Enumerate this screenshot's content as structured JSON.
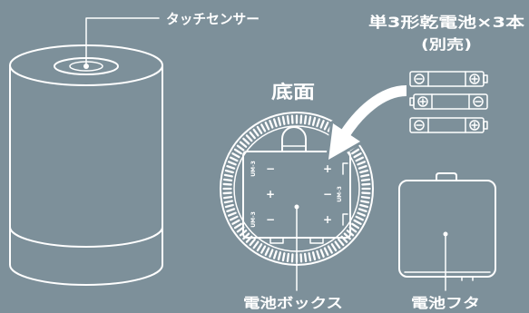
{
  "colors": {
    "background": "#7d909a",
    "line": "#ffffff"
  },
  "labels": {
    "touch_sensor": "タッチセンサー",
    "batteries": "単3形乾電池×3本",
    "batteries_note": "(別売)",
    "bottom_view": "底面",
    "battery_box": "電池ボックス",
    "battery_cover": "電池フタ"
  },
  "battery_box": {
    "markings": [
      "UM-3",
      "UM-3",
      "UM-3"
    ],
    "rows": [
      {
        "left": "−",
        "right": "+"
      },
      {
        "left": "+",
        "right": "−"
      },
      {
        "left": "−",
        "right": "+"
      }
    ]
  },
  "batteries": [
    {
      "left_terminal": "minus-terminal-icon",
      "right_terminal": "plus-terminal-icon"
    },
    {
      "left_terminal": "plus-terminal-icon",
      "right_terminal": "minus-terminal-icon"
    },
    {
      "left_terminal": "minus-terminal-icon",
      "right_terminal": "plus-terminal-icon"
    }
  ]
}
